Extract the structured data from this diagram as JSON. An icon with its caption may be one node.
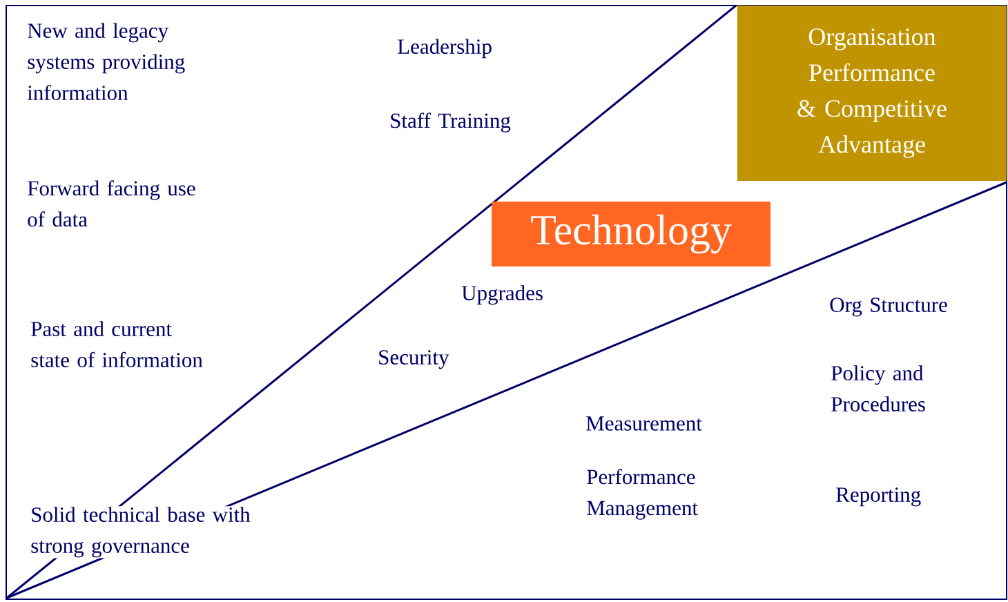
{
  "diagram": {
    "nodes": [
      {
        "text": [
          "Organisation Performance & Competitive Advantage"
        ]
      },
      {
        "text": [
          "Technology"
        ]
      }
    ],
    "labels": [
      "New and legacy systems providing information",
      "Leadership",
      "Staff Training",
      "Forward facing use of data",
      "Upgrades",
      "Org Structure",
      "Past and current state of information",
      "Security",
      "Policy and Procedures",
      "Measurement",
      "Performance Management",
      "Reporting",
      "Solid technical base with strong governance"
    ]
  }
}
